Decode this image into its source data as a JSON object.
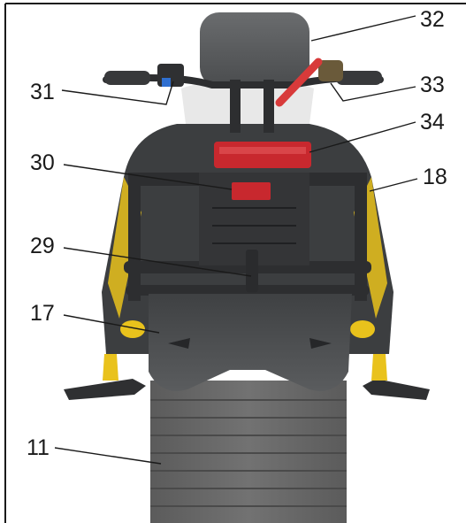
{
  "figure": {
    "subject": "snowmobile-rear-view",
    "callouts": [
      {
        "id": "c32",
        "label": "32"
      },
      {
        "id": "c31",
        "label": "31"
      },
      {
        "id": "c33",
        "label": "33"
      },
      {
        "id": "c34",
        "label": "34"
      },
      {
        "id": "c30",
        "label": "30"
      },
      {
        "id": "c18",
        "label": "18"
      },
      {
        "id": "c29",
        "label": "29"
      },
      {
        "id": "c17",
        "label": "17"
      },
      {
        "id": "c11",
        "label": "11"
      }
    ],
    "colors": {
      "body_dark": "#3c3e40",
      "frame": "#2d2e30",
      "accent_yellow": "#e9c21c",
      "taillight_red": "#c8282e",
      "handle_red": "#d83a3a",
      "track_gray": "#6c6c6c",
      "border": "#1a1a1a"
    }
  }
}
